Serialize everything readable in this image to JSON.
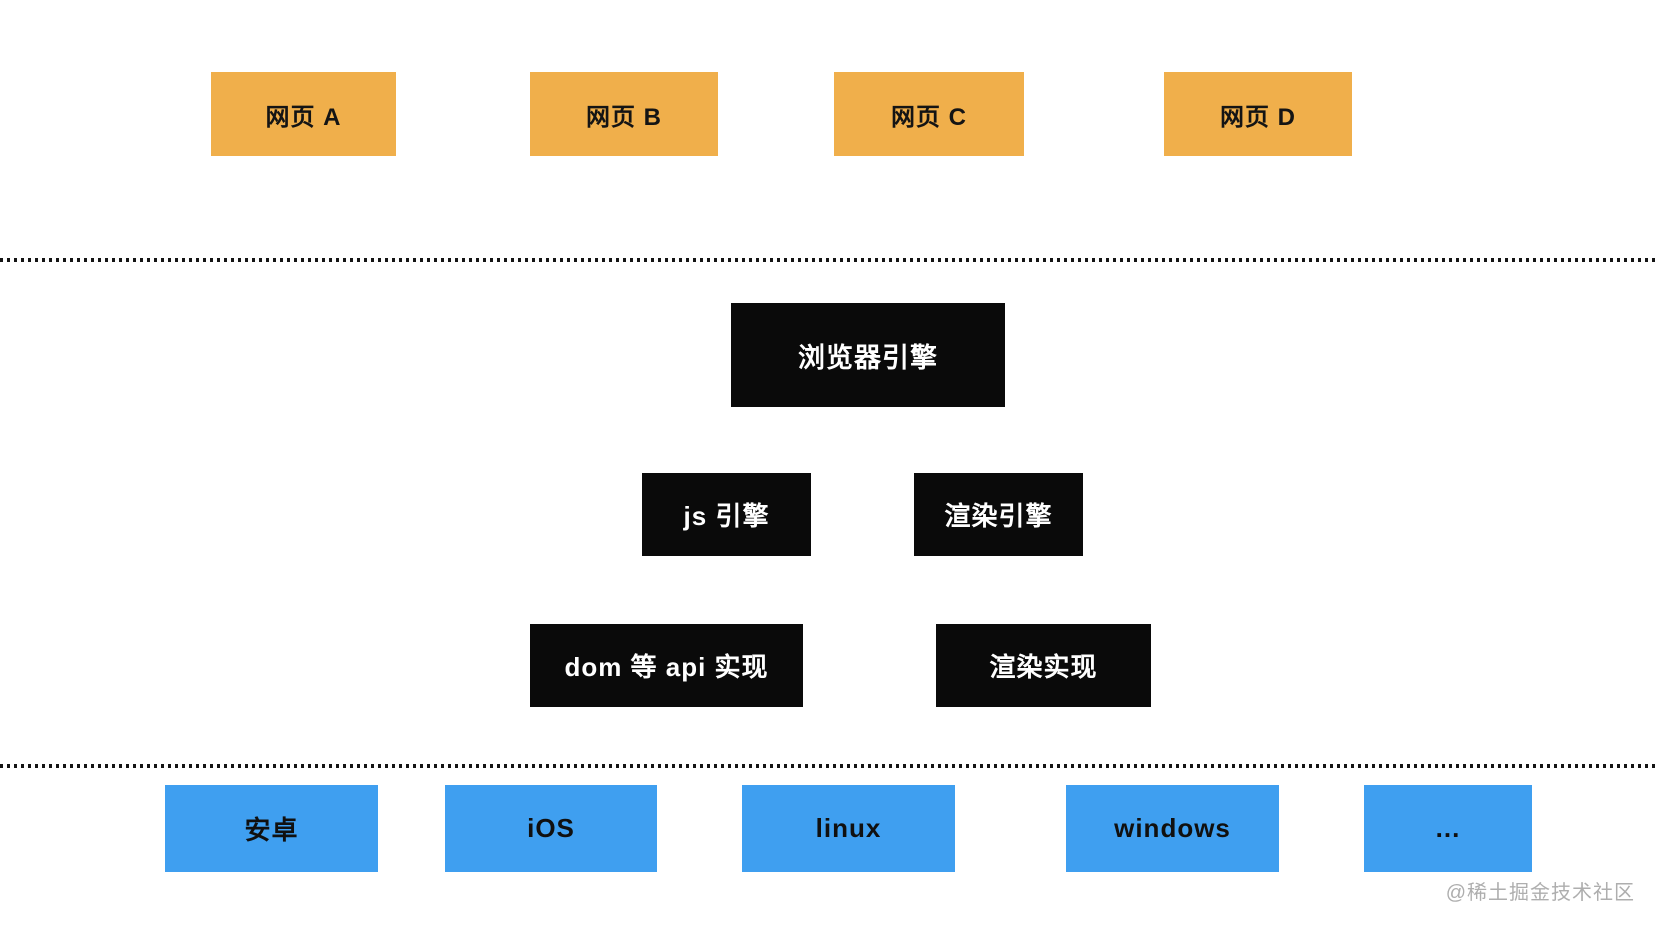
{
  "diagram": {
    "webpage_layer": {
      "items": [
        {
          "label": "网页 A"
        },
        {
          "label": "网页 B"
        },
        {
          "label": "网页 C"
        },
        {
          "label": "网页 D"
        }
      ]
    },
    "browser_engine": {
      "label": "浏览器引擎"
    },
    "engine_layer": {
      "items": [
        {
          "label": "js 引擎"
        },
        {
          "label": "渲染引擎"
        }
      ]
    },
    "implementation_layer": {
      "items": [
        {
          "label": "dom 等 api 实现"
        },
        {
          "label": "渲染实现"
        }
      ]
    },
    "platform_layer": {
      "items": [
        {
          "label": "安卓"
        },
        {
          "label": "iOS"
        },
        {
          "label": "linux"
        },
        {
          "label": "windows"
        },
        {
          "label": "..."
        }
      ]
    },
    "colors": {
      "webpage_box": "#F0AF4B",
      "engine_box": "#0A0A0A",
      "platform_box": "#3F9FF0",
      "separator_dots": "#141414",
      "text_on_dark": "#FFFFFF",
      "text_on_light": "#141414",
      "watermark_text": "#AEAEAE"
    }
  },
  "watermark": {
    "text": "@稀土掘金技术社区"
  }
}
